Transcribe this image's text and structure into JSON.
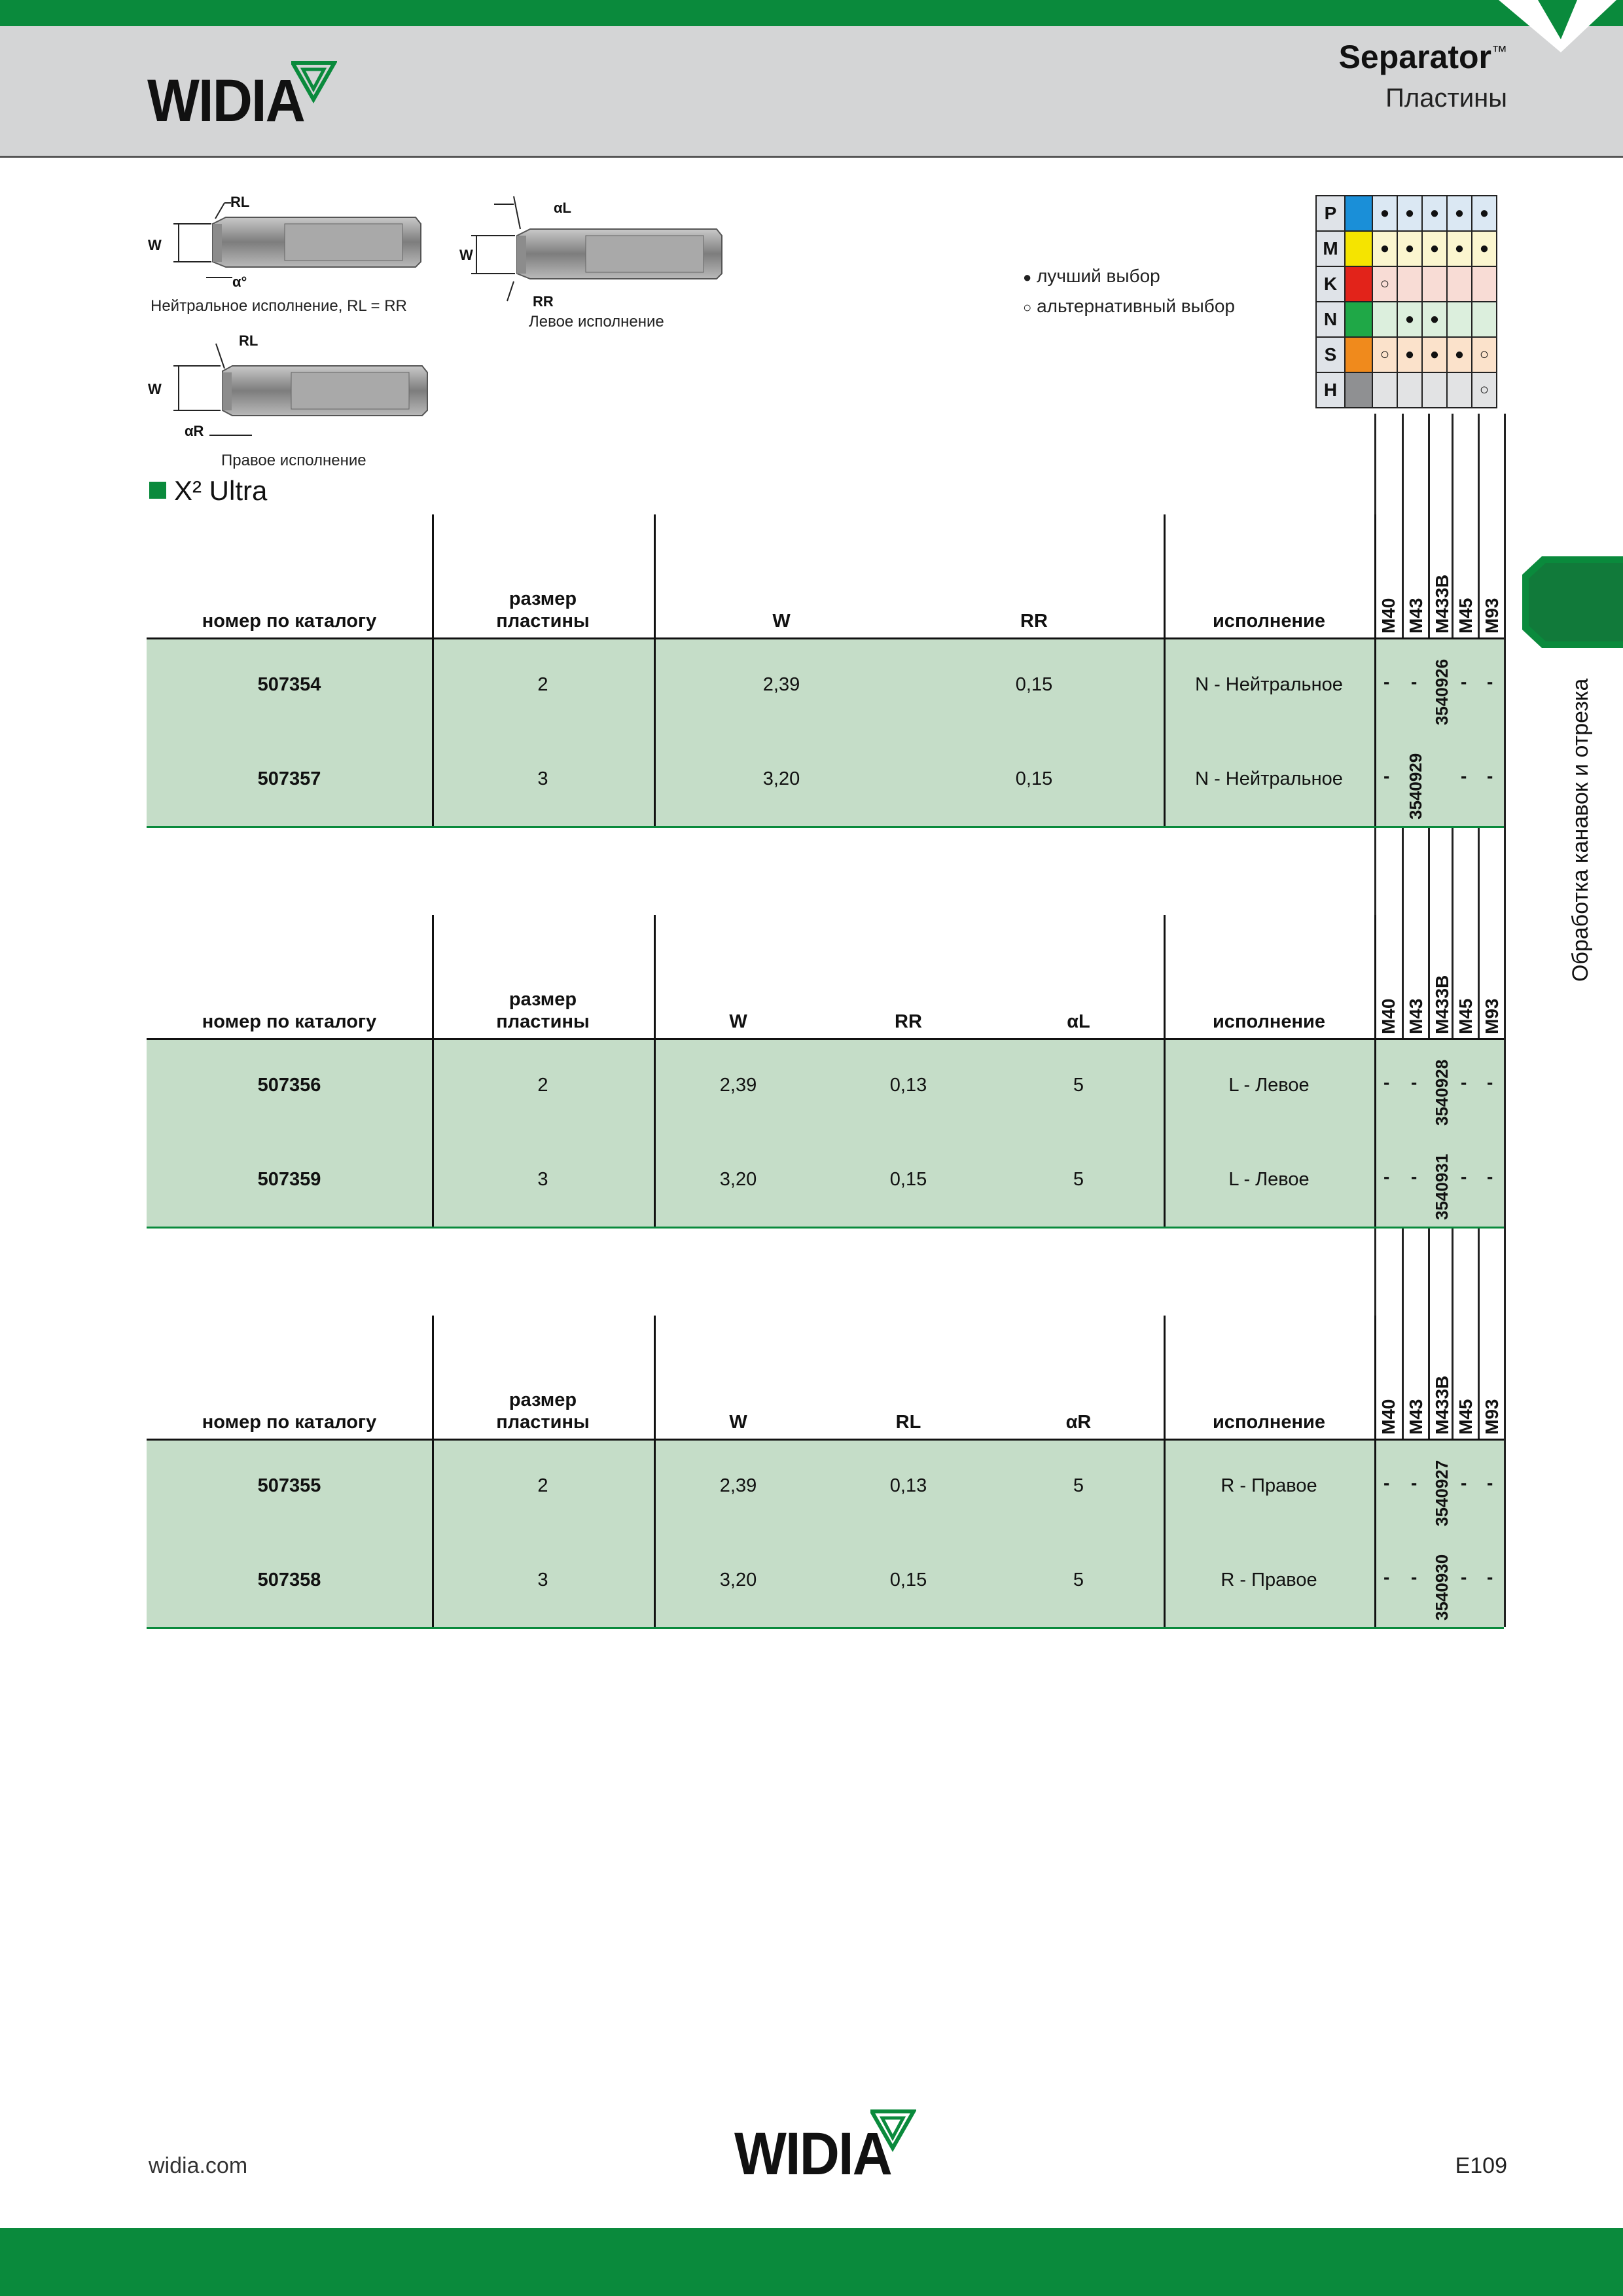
{
  "header": {
    "logo_text": "WIDIA",
    "product_name": "Separator",
    "trademark": "™",
    "subtitle": "Пластины"
  },
  "drawings": {
    "neutral_caption": "Нейтральное исполнение, RL = RR",
    "left_caption": "Левое исполнение",
    "right_caption": "Правое исполнение",
    "labels": {
      "rl": "RL",
      "rr": "RR",
      "w": "W",
      "alpha": "α°",
      "alpha_l": "αL",
      "alpha_r": "αR"
    }
  },
  "legend": {
    "best": "лучший выбор",
    "alternative": "альтернативный выбор",
    "best_symbol": "●",
    "alt_symbol": "○"
  },
  "materials": [
    {
      "letter": "P",
      "color": "#1a8fd8",
      "bg": "#dbe8f3",
      "marks": [
        "●",
        "●",
        "●",
        "●",
        "●"
      ]
    },
    {
      "letter": "M",
      "color": "#f5e400",
      "bg": "#fbf6cf",
      "marks": [
        "●",
        "●",
        "●",
        "●",
        "●"
      ]
    },
    {
      "letter": "K",
      "color": "#e2231a",
      "bg": "#f8dcd5",
      "marks": [
        "○",
        "",
        "",
        "",
        ""
      ]
    },
    {
      "letter": "N",
      "color": "#1fa847",
      "bg": "#dcefdd",
      "marks": [
        "",
        "●",
        "●",
        "",
        ""
      ]
    },
    {
      "letter": "S",
      "color": "#f08a1c",
      "bg": "#fbe2cb",
      "marks": [
        "○",
        "●",
        "●",
        "●",
        "○"
      ]
    },
    {
      "letter": "H",
      "color": "#8f9092",
      "bg": "#e2e3e4",
      "marks": [
        "",
        "",
        "",
        "",
        "○"
      ]
    }
  ],
  "section_title": "X² Ultra",
  "grades": [
    "M40",
    "M43",
    "M433B",
    "M45",
    "M93"
  ],
  "common_headers": {
    "catalog": "номер по каталогу",
    "size_line1": "размер",
    "size_line2": "пластины",
    "execution": "исполнение"
  },
  "tables": [
    {
      "cols": [
        "W",
        "RR"
      ],
      "rows": [
        {
          "catalog": "507354",
          "size": "2",
          "v": [
            "2,39",
            "0,15"
          ],
          "execution": "N - Нейтральное",
          "grades": [
            "-",
            "-",
            "3540926",
            "-",
            "-"
          ]
        },
        {
          "catalog": "507357",
          "size": "3",
          "v": [
            "3,20",
            "0,15"
          ],
          "execution": "N - Нейтральное",
          "grades": [
            "-",
            "3540929",
            "",
            "-",
            "-"
          ]
        }
      ]
    },
    {
      "cols": [
        "W",
        "RR",
        "αL"
      ],
      "rows": [
        {
          "catalog": "507356",
          "size": "2",
          "v": [
            "2,39",
            "0,13",
            "5"
          ],
          "execution": "L - Левое",
          "grades": [
            "-",
            "-",
            "3540928",
            "-",
            "-"
          ]
        },
        {
          "catalog": "507359",
          "size": "3",
          "v": [
            "3,20",
            "0,15",
            "5"
          ],
          "execution": "L - Левое",
          "grades": [
            "-",
            "-",
            "3540931",
            "-",
            "-"
          ]
        }
      ]
    },
    {
      "cols": [
        "W",
        "RL",
        "αR"
      ],
      "rows": [
        {
          "catalog": "507355",
          "size": "2",
          "v": [
            "2,39",
            "0,13",
            "5"
          ],
          "execution": "R - Правое",
          "grades": [
            "-",
            "-",
            "3540927",
            "-",
            "-"
          ]
        },
        {
          "catalog": "507358",
          "size": "3",
          "v": [
            "3,20",
            "0,15",
            "5"
          ],
          "execution": "R - Правое",
          "grades": [
            "-",
            "-",
            "3540930",
            "-",
            "-"
          ]
        }
      ]
    }
  ],
  "side_tab_text": "Обработка канавок и отрезка",
  "footer": {
    "url": "widia.com",
    "page": "E109",
    "logo_text": "WIDIA"
  }
}
